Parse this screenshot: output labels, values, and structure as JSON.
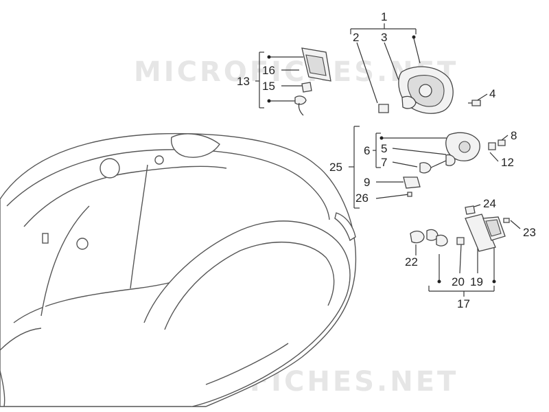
{
  "watermark": "MICROFICHES.NET",
  "callouts": {
    "c1": "1",
    "c2": "2",
    "c3": "3",
    "c4": "4",
    "c5": "5",
    "c6": "6",
    "c7": "7",
    "c8": "8",
    "c9": "9",
    "c12": "12",
    "c13": "13",
    "c15": "15",
    "c16": "16",
    "c17": "17",
    "c19": "19",
    "c20": "20",
    "c22": "22",
    "c23": "23",
    "c24": "24",
    "c25": "25",
    "c26": "26"
  }
}
